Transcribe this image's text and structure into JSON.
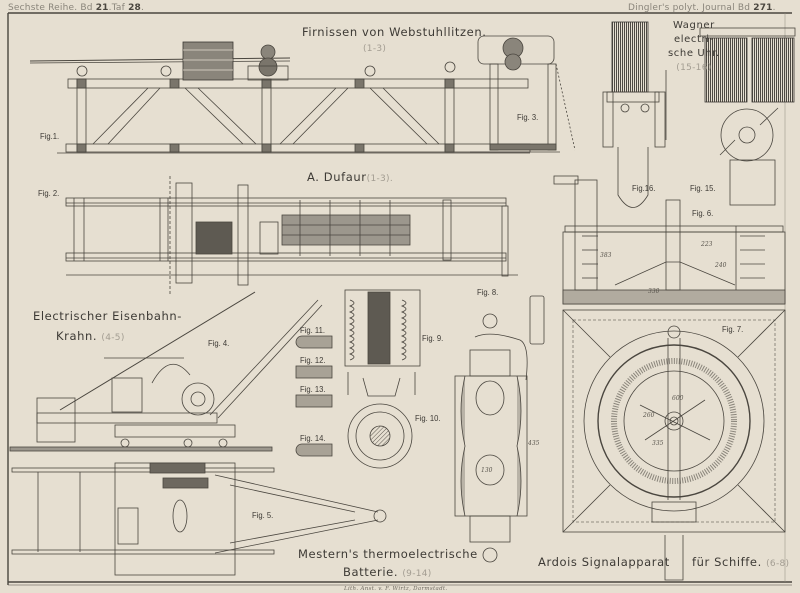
{
  "header": {
    "series_text": "Sechste Reihe. Bd",
    "volume": "21",
    "plate_prefix": "Taf",
    "plate": "28",
    "journal_text": "Dingler's polyt. Journal Bd",
    "journal_volume": "271"
  },
  "sections": {
    "firnissen": {
      "title": "Firnissen von Webstuhllitzen.",
      "range": "(1-3)"
    },
    "dufaur": {
      "title": "A. Dufaur",
      "range": "(1-3)."
    },
    "wagner": {
      "line1": "Wagner",
      "line2": "electri-",
      "line3": "sche Uhr.",
      "range": "(15-16)"
    },
    "krahn": {
      "line1": "Electrischer Eisenbahn-",
      "line2": "Krahn.",
      "range": "(4-5)"
    },
    "mestern": {
      "line1": "Mestern's thermoelectrische",
      "line2": "Batterie.",
      "range": "(9-14)"
    },
    "ardois": {
      "part1": "Ardois Signalapparat",
      "part2": "für Schiffe.",
      "range": "(6-8)"
    }
  },
  "figures": {
    "fig1": "Fig.1.",
    "fig2": "Fig. 2.",
    "fig3": "Fig. 3.",
    "fig4": "Fig. 4.",
    "fig5": "Fig. 5.",
    "fig6": "Fig. 6.",
    "fig7": "Fig. 7.",
    "fig8": "Fig. 8.",
    "fig9": "Fig. 9.",
    "fig10": "Fig. 10.",
    "fig11": "Fig. 11.",
    "fig12": "Fig. 12.",
    "fig13": "Fig. 13.",
    "fig14": "Fig. 14.",
    "fig15": "Fig. 15.",
    "fig16": "Fig.16."
  },
  "dimensions": {
    "fig6_a": "223",
    "fig6_b": "383",
    "fig6_c": "330",
    "fig6_d": "240",
    "fig7_a": "600",
    "fig7_b": "260",
    "fig7_c": "335",
    "fig8_a": "435",
    "fig8_b": "130"
  },
  "footer": {
    "lithographer": "Lith. Anst. v. F. Wirtz, Darmstadt."
  },
  "colors": {
    "paper": "#e6dfd1",
    "ink": "#3b3833",
    "faint": "#a39d92"
  }
}
